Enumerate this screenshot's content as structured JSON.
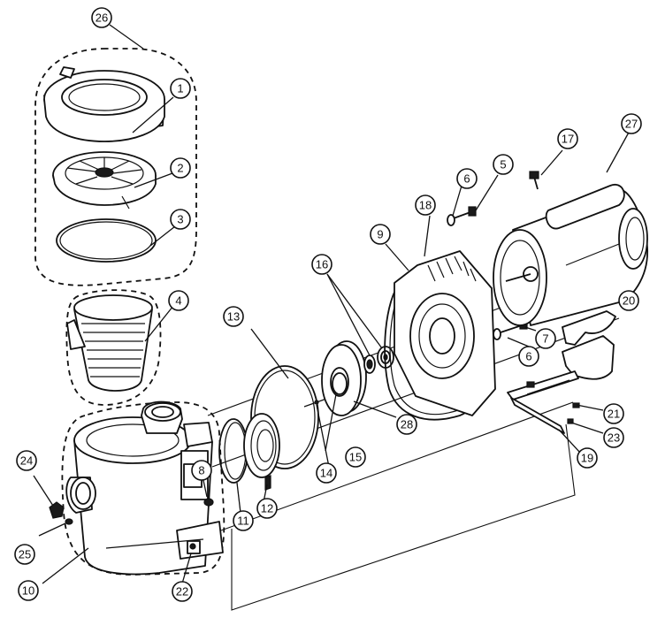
{
  "callouts": [
    {
      "id": "c26",
      "label": "26"
    },
    {
      "id": "c1",
      "label": "1"
    },
    {
      "id": "c2",
      "label": "2"
    },
    {
      "id": "c3",
      "label": "3"
    },
    {
      "id": "c4",
      "label": "4"
    },
    {
      "id": "c17",
      "label": "17"
    },
    {
      "id": "c27",
      "label": "27"
    },
    {
      "id": "c5",
      "label": "5"
    },
    {
      "id": "c6a",
      "label": "6"
    },
    {
      "id": "c18",
      "label": "18"
    },
    {
      "id": "c9",
      "label": "9"
    },
    {
      "id": "c16",
      "label": "16"
    },
    {
      "id": "c13",
      "label": "13"
    },
    {
      "id": "c20",
      "label": "20"
    },
    {
      "id": "c7",
      "label": "7"
    },
    {
      "id": "c6b",
      "label": "6"
    },
    {
      "id": "c28",
      "label": "28"
    },
    {
      "id": "c8",
      "label": "8"
    },
    {
      "id": "c15",
      "label": "15"
    },
    {
      "id": "c14",
      "label": "14"
    },
    {
      "id": "c21",
      "label": "21"
    },
    {
      "id": "c23",
      "label": "23"
    },
    {
      "id": "c24",
      "label": "24"
    },
    {
      "id": "c19",
      "label": "19"
    },
    {
      "id": "c11",
      "label": "11"
    },
    {
      "id": "c12",
      "label": "12"
    },
    {
      "id": "c25",
      "label": "25"
    },
    {
      "id": "c10",
      "label": "10"
    },
    {
      "id": "c22",
      "label": "22"
    }
  ]
}
